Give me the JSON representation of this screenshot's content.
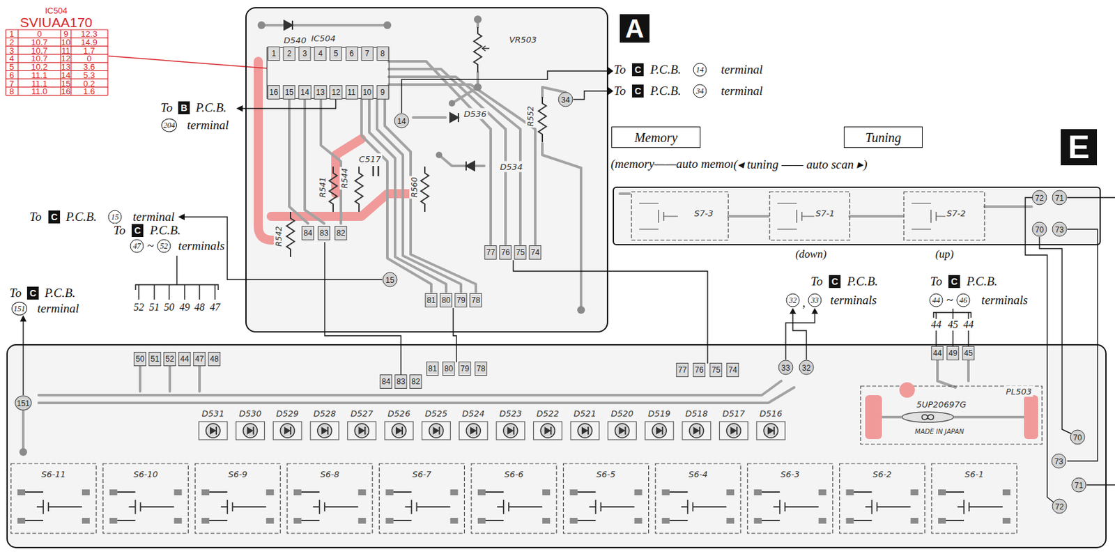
{
  "diagram": {
    "nodes": [
      {
        "text": [
          "IC504",
          "SVIUAA170"
        ]
      },
      {
        "text": [
          "A"
        ]
      },
      {
        "text": [
          "IC504"
        ],
        "in": 1
      },
      {
        "text": [
          "Memory"
        ]
      },
      {
        "text": [
          "Tuning"
        ]
      },
      {
        "text": [
          "E"
        ]
      }
    ],
    "edges": [
      {
        "from": 0,
        "to": 2,
        "arrow": "none"
      }
    ],
    "labels": [
      "1",
      "0",
      "9",
      "12.3",
      "2",
      "10.7",
      "10",
      "14.9",
      "3",
      "10.7",
      "11",
      "1.7",
      "4",
      "10.7",
      "12",
      "0",
      "5",
      "10.2",
      "13",
      "3.6",
      "6",
      "11.1",
      "14",
      "5.3",
      "7",
      "11.1",
      "15",
      "0.2",
      "8",
      "11.0",
      "16",
      "1.6",
      "D540",
      "1",
      "2",
      "3",
      "4",
      "5",
      "6",
      "7",
      "8",
      "16",
      "15",
      "14",
      "13",
      "12",
      "11",
      "10",
      "9",
      "VR503",
      "14",
      "34",
      "D536",
      "R552",
      "R541",
      "R544",
      "C517",
      "R560",
      "D534",
      "R542",
      "84",
      "83",
      "82",
      "77",
      "76",
      "75",
      "74",
      "15",
      "81",
      "80",
      "79",
      "78",
      "To",
      "C",
      "P.C.B.",
      "14",
      "terminal",
      "To",
      "C",
      "P.C.B.",
      "34",
      "terminal",
      "To",
      "B",
      "P.C.B.",
      "204",
      "terminal",
      "To",
      "C",
      "P.C.B.",
      "15",
      "terminal",
      "To",
      "C",
      "P.C.B.",
      "47",
      "~",
      "52",
      "terminals",
      "52",
      "51",
      "50",
      "49",
      "48",
      "47",
      "To",
      "C",
      "P.C.B.",
      "151",
      "terminal",
      "(memory——auto memory)",
      "(◂ tuning —— auto scan ▸)",
      "S7-3",
      "S7-1",
      "S7-2",
      "72",
      "71",
      "70",
      "73",
      "(down)",
      "(up)",
      "To",
      "C",
      "P.C.B.",
      "32",
      ",",
      "33",
      "terminals",
      "To",
      "C",
      "P.C.B.",
      "44",
      "~",
      "46",
      "terminals",
      "44",
      "45",
      "44",
      "151",
      "50",
      "51",
      "52",
      "44",
      "47",
      "48",
      "81",
      "80",
      "79",
      "78",
      "84",
      "83",
      "82",
      "77",
      "76",
      "75",
      "74",
      "33",
      "32",
      "44",
      "49",
      "45",
      "PL503",
      "5UP20697G",
      "MADE IN JAPAN",
      "D531",
      "D530",
      "D529",
      "D528",
      "D527",
      "D526",
      "D525",
      "D524",
      "D523",
      "D522",
      "D521",
      "D520",
      "D519",
      "D518",
      "D517",
      "D516",
      "S6-11",
      "S6-10",
      "S6-9",
      "S6-8",
      "S6-7",
      "S6-6",
      "S6-5",
      "S6-4",
      "S6-3",
      "S6-2",
      "S6-1",
      "70",
      "73",
      "71",
      "72"
    ]
  }
}
